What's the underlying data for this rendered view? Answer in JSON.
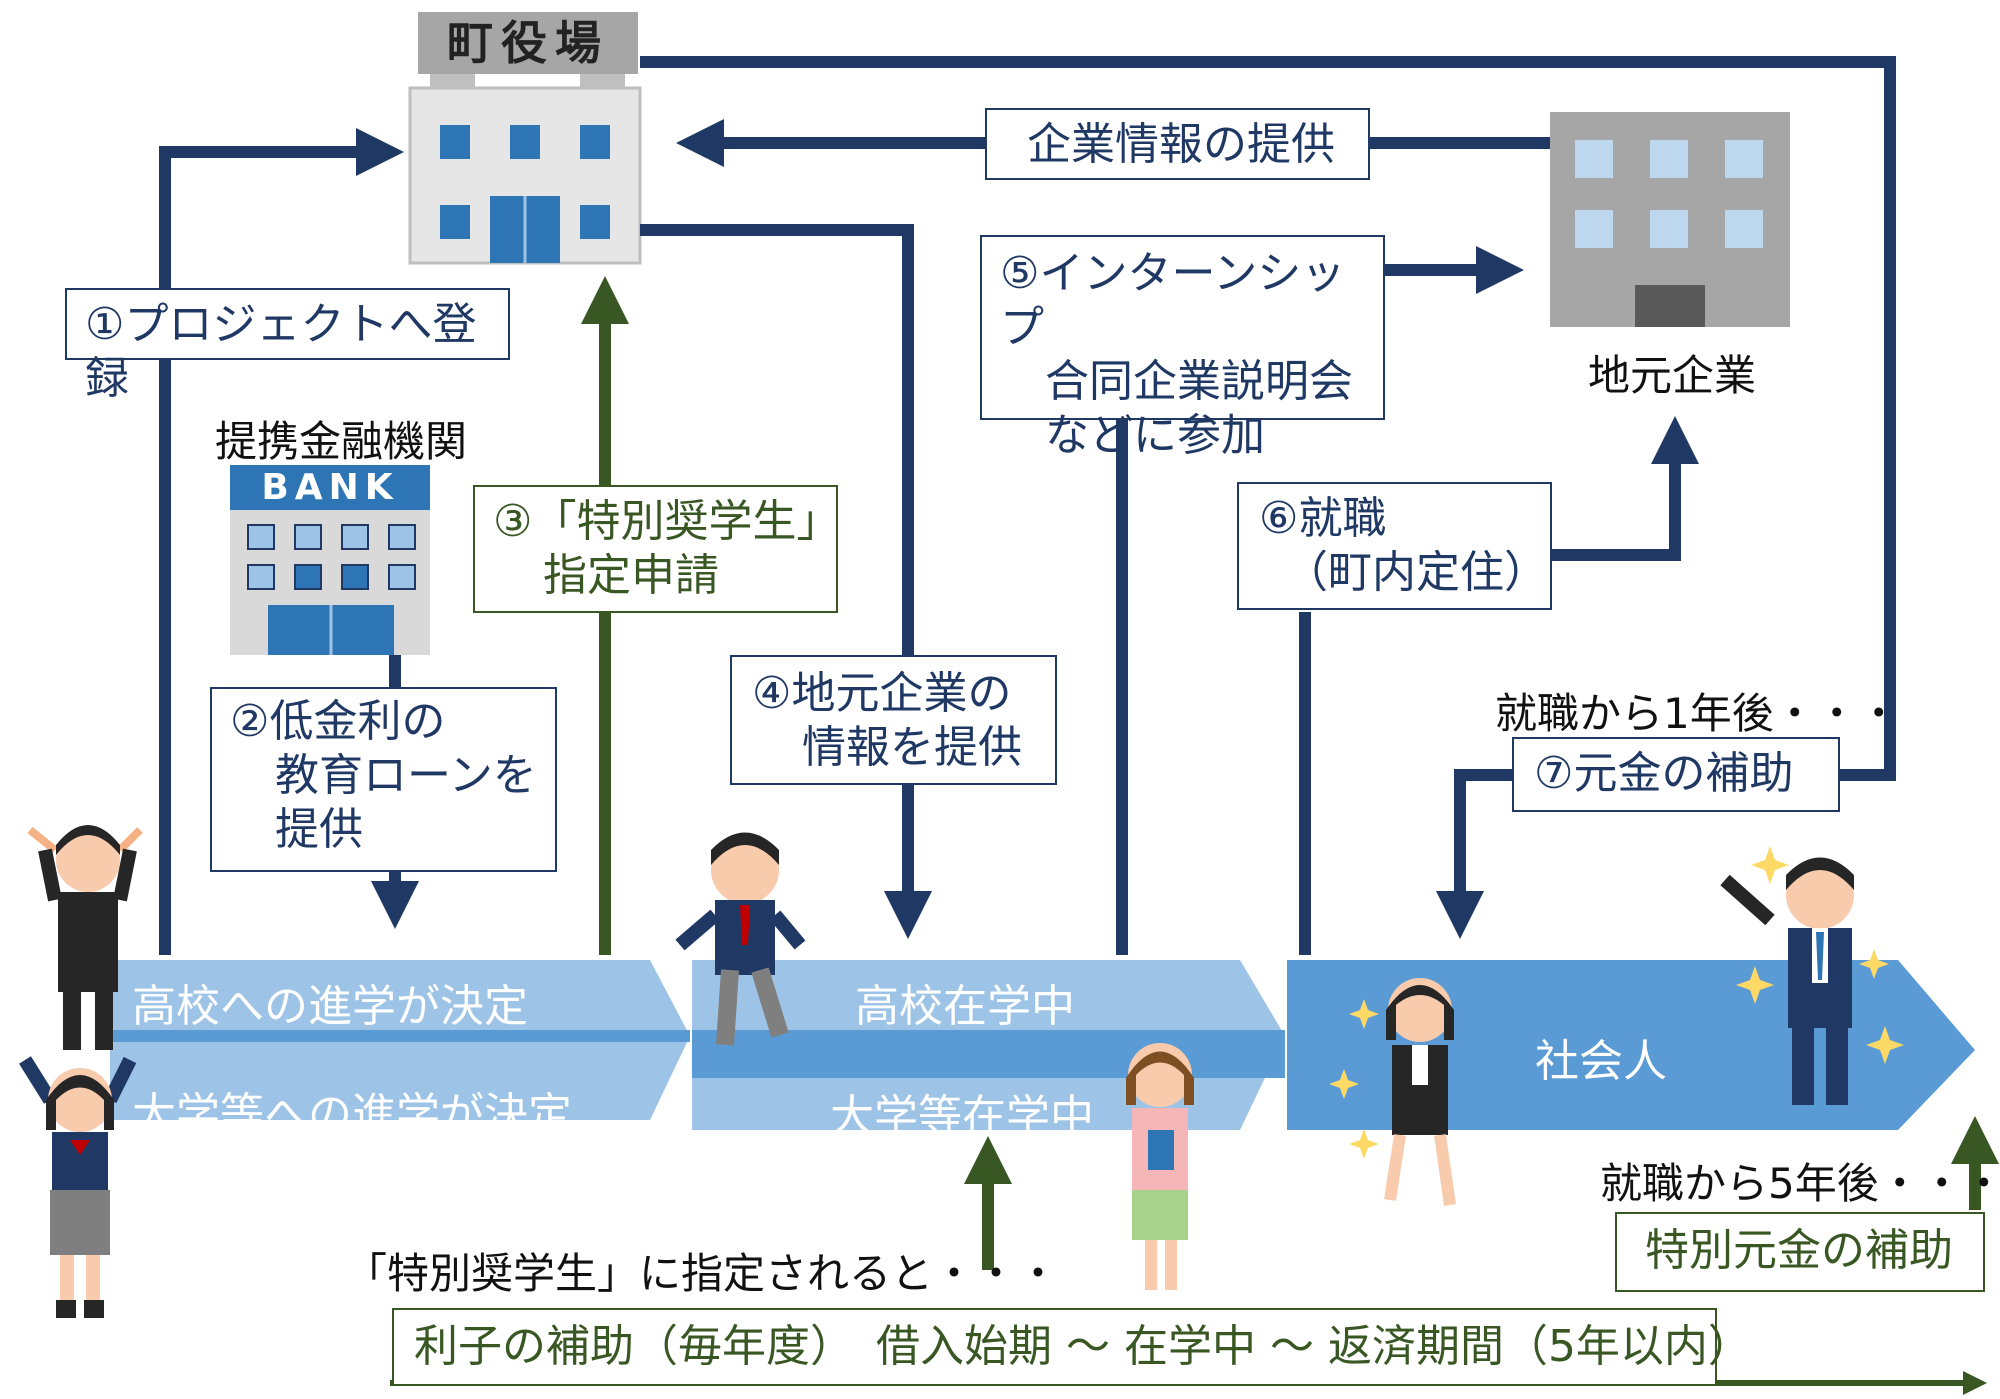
{
  "town_hall": {
    "sign": "町役場"
  },
  "bank": {
    "label": "提携金融機関",
    "sign": "BANK"
  },
  "local_company": {
    "label": "地元企業"
  },
  "boxes": {
    "company_info": "企業情報の提供",
    "step1": "①プロジェクトへ登録",
    "step2_line1": "②低金利の",
    "step2_line2": "教育ローンを",
    "step2_line3": "提供",
    "step3_line1": "③「特別奨学生」",
    "step3_line2": "指定申請",
    "step4_line1": "④地元企業の",
    "step4_line2": "情報を提供",
    "step5_line1": "⑤インターンシップ",
    "step5_line2": "合同企業説明会",
    "step5_line3": "などに参加",
    "step6_line1": "⑥就職",
    "step6_line2": "（町内定住）",
    "step7": "⑦元金の補助",
    "special_principal": "特別元金の補助",
    "interest": "利子の補助（毎年度）　借入始期 ～ 在学中 ～ 返済期間（5年以内）"
  },
  "notes": {
    "one_year": "就職から1年後・・・",
    "five_years": "就職から5年後・・・",
    "designated": "「特別奨学生」に指定されると・・・"
  },
  "bands": {
    "hs_decided": "高校への進学が決定",
    "univ_decided": "大学等への進学が決定",
    "hs_student": "高校在学中",
    "univ_student": "大学等在学中",
    "working": "社会人"
  },
  "colors": {
    "navy": "#1f3864",
    "green": "#385723",
    "band_light": "#9dc3e6",
    "band_mid": "#5b9bd5"
  }
}
